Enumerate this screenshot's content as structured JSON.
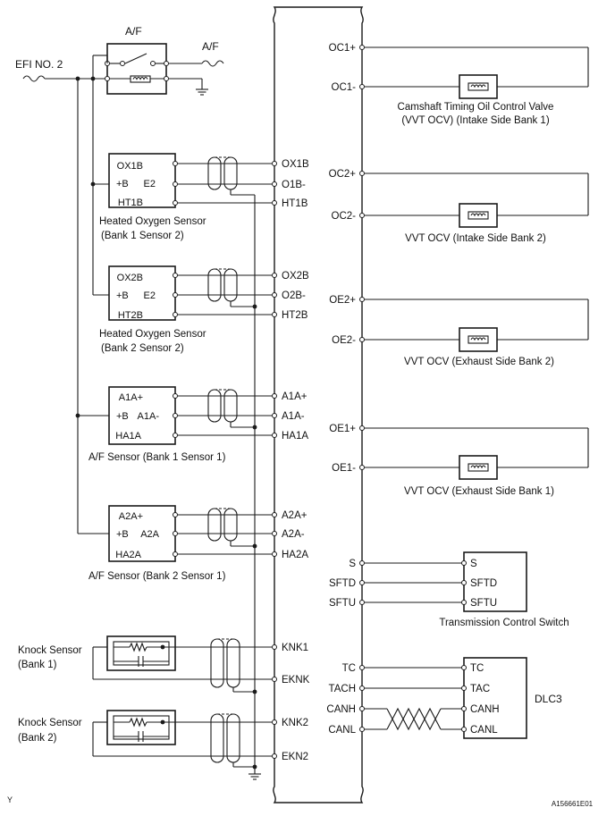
{
  "relay": {
    "title": "A/F",
    "fuse_left": "EFI NO. 2",
    "fuse_right": "A/F"
  },
  "sensors": [
    {
      "name": "Heated Oxygen Sensor",
      "sub": "(Bank 1 Sensor 2)",
      "plus": "+B",
      "pins": [
        "OX1B",
        "E2",
        "HT1B"
      ],
      "ecm_pins": [
        "OX1B",
        "O1B-",
        "HT1B"
      ]
    },
    {
      "name": "Heated Oxygen Sensor",
      "sub": "(Bank 2 Sensor 2)",
      "plus": "+B",
      "pins": [
        "OX2B",
        "E2",
        "HT2B"
      ],
      "ecm_pins": [
        "OX2B",
        "O2B-",
        "HT2B"
      ]
    },
    {
      "name": "A/F Sensor (Bank 1 Sensor 1)",
      "sub": "",
      "plus": "+B",
      "pins": [
        "A1A+",
        "A1A-",
        "HA1A"
      ],
      "ecm_pins": [
        "A1A+",
        "A1A-",
        "HA1A"
      ]
    },
    {
      "name": "A/F Sensor (Bank 2 Sensor 1)",
      "sub": "",
      "plus": "+B",
      "pins": [
        "A2A+",
        "A2A",
        "HA2A"
      ],
      "ecm_pins": [
        "A2A+",
        "A2A-",
        "HA2A"
      ]
    }
  ],
  "knock": [
    {
      "name": "Knock Sensor",
      "sub": "(Bank 1)",
      "ecm_pins": [
        "KNK1",
        "EKNK"
      ]
    },
    {
      "name": "Knock Sensor",
      "sub": "(Bank 2)",
      "ecm_pins": [
        "KNK2",
        "EKN2"
      ]
    }
  ],
  "valves": [
    {
      "pins": [
        "OC1+",
        "OC1-"
      ],
      "label1": "Camshaft Timing Oil Control Valve",
      "label2": "(VVT OCV) (Intake Side Bank 1)"
    },
    {
      "pins": [
        "OC2+",
        "OC2-"
      ],
      "label1": "VVT OCV (Intake Side Bank 2)",
      "label2": ""
    },
    {
      "pins": [
        "OE2+",
        "OE2-"
      ],
      "label1": "VVT OCV (Exhaust Side Bank 2)",
      "label2": ""
    },
    {
      "pins": [
        "OE1+",
        "OE1-"
      ],
      "label1": "VVT OCV (Exhaust Side Bank 1)",
      "label2": ""
    }
  ],
  "trans_switch": {
    "ecm_pins": [
      "S",
      "SFTD",
      "SFTU"
    ],
    "pins": [
      "S",
      "SFTD",
      "SFTU"
    ],
    "label": "Transmission Control Switch"
  },
  "dlc3": {
    "ecm_pins": [
      "TC",
      "TACH",
      "CANH",
      "CANL"
    ],
    "pins": [
      "TC",
      "TAC",
      "CANH",
      "CANL"
    ],
    "label": "DLC3"
  },
  "footer": {
    "left": "Y",
    "right": "A156661E01"
  }
}
